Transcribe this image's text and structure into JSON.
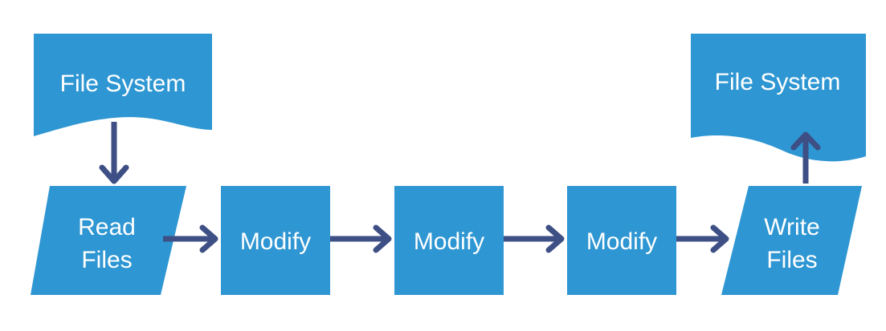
{
  "colors": {
    "node_fill": "#2e96d2",
    "node_text": "#ffffff",
    "arrow": "#3d4f84",
    "background": "#ffffff"
  },
  "nodes": {
    "source_fs": {
      "label": "File System",
      "shape": "document"
    },
    "read": {
      "label_lines": [
        "Read",
        "Files"
      ],
      "shape": "parallelogram"
    },
    "modify_1": {
      "label": "Modify",
      "shape": "process"
    },
    "modify_2": {
      "label": "Modify",
      "shape": "process"
    },
    "modify_3": {
      "label": "Modify",
      "shape": "process"
    },
    "write": {
      "label_lines": [
        "Write",
        "Files"
      ],
      "shape": "parallelogram"
    },
    "target_fs": {
      "label": "File System",
      "shape": "document"
    }
  },
  "edges": [
    {
      "from": "source_fs",
      "to": "read"
    },
    {
      "from": "read",
      "to": "modify_1"
    },
    {
      "from": "modify_1",
      "to": "modify_2"
    },
    {
      "from": "modify_2",
      "to": "modify_3"
    },
    {
      "from": "modify_3",
      "to": "write"
    },
    {
      "from": "write",
      "to": "target_fs"
    }
  ]
}
